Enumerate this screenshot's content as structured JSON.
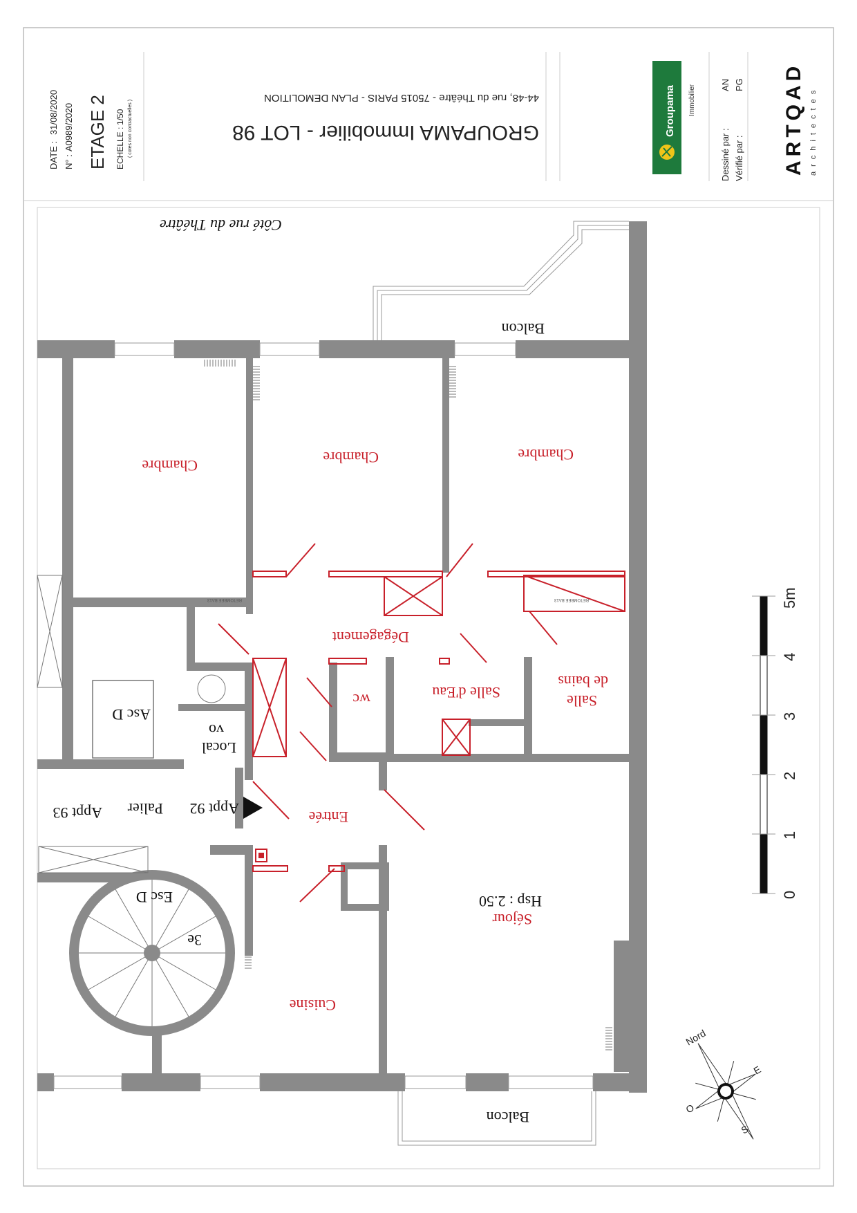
{
  "title_block": {
    "date_label": "DATE :",
    "date_value": "31/08/2020",
    "number_label": "N° :",
    "number_value": "A0989/2020",
    "level": "ETAGE 2",
    "scale_label": "ECHELLE :",
    "scale_value": "1/50",
    "scale_note": "( cotes non contractuelles )",
    "project_title": "GROUPAMA Immobilier  -  LOT 98",
    "project_subtitle": "44-48, rue du Théâtre - 75015 PARIS - PLAN DEMOLITION",
    "client_logo_text": "Groupama",
    "client_logo_sub": "Immobilier",
    "drawn_by_label": "Dessiné par :",
    "drawn_by_value": "AN",
    "checked_by_label": "Vérifié par :",
    "checked_by_value": "PG",
    "architect_logo_main": "ARTQAD",
    "architect_logo_sub": "architectes"
  },
  "plan": {
    "street_label": "Côté rue du Théâtre",
    "rooms": {
      "chambre_1": "Chambre",
      "chambre_2": "Chambre",
      "chambre_3": "Chambre",
      "degagement": "Dégagement",
      "wc": "wc",
      "salle_eau": "Salle d'Eau",
      "salle_bains_1": "Salle",
      "salle_bains_2": "de bains",
      "entree": "Entrée",
      "sejour": "Séjour",
      "sejour_height": "Hsp : 2.50",
      "cuisine": "Cuisine"
    },
    "common": {
      "balcon_top": "Balcon",
      "balcon_bottom": "Balcon",
      "asc": "Asc D",
      "local_1": "Local",
      "local_2": "vo",
      "appt_92": "Appt 92",
      "palier": "Palier",
      "appt_93": "Appt 93",
      "esc": "Esc D",
      "floor_marker": "3e"
    },
    "small_notes": {
      "retombee_1": "RETOMBEE BA13",
      "retombee_2": "RETOMBEE BA13"
    }
  },
  "scale_bar": {
    "ticks": [
      "0",
      "1",
      "2",
      "3",
      "4",
      "5m"
    ]
  },
  "compass": {
    "north": "Nord",
    "east": "E",
    "south": "S",
    "west": "O"
  },
  "colors": {
    "wall": "#8a8a8a",
    "demolition": "#c8202a",
    "logo_green": "#1e7a3c",
    "logo_yellow": "#f0c419"
  }
}
